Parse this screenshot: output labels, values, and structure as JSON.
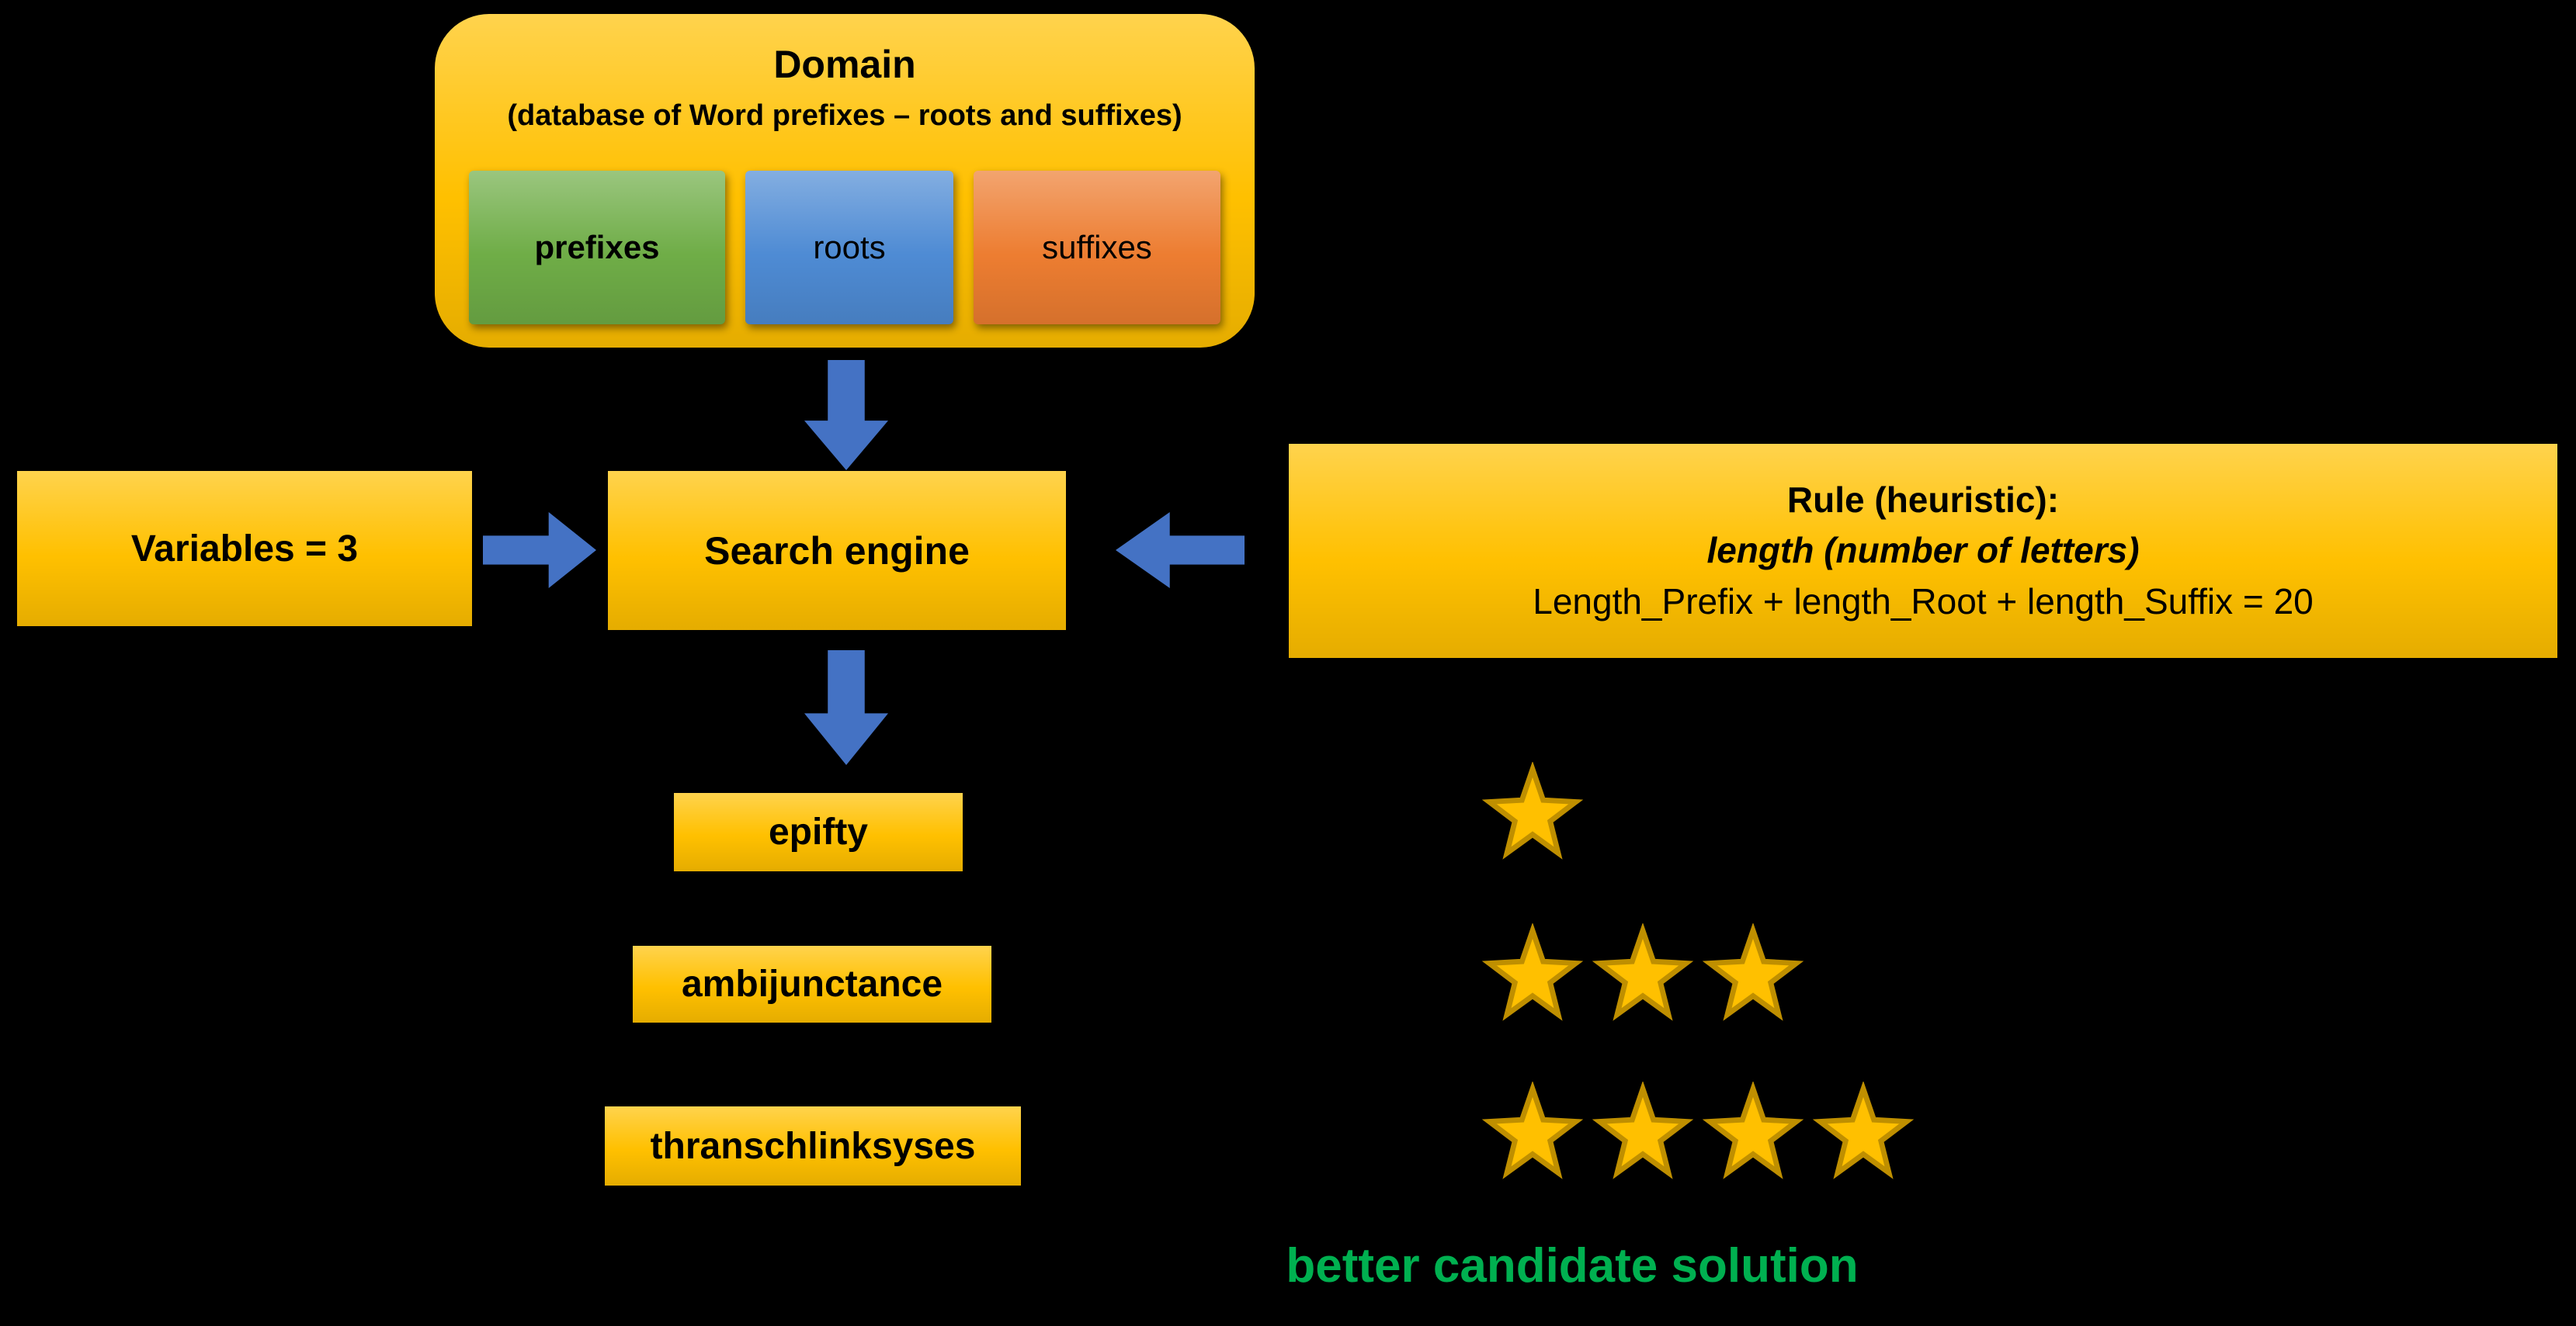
{
  "domain": {
    "title": "Domain",
    "subtitle": "(database of Word prefixes – roots and suffixes)",
    "boxes": [
      {
        "label": "prefixes",
        "color": "#6FAD47"
      },
      {
        "label": "roots",
        "color": "#4E8BD4"
      },
      {
        "label": "suffixes",
        "color": "#ED7D31"
      }
    ]
  },
  "variables": {
    "label": "Variables = 3"
  },
  "search_engine": {
    "label": "Search engine"
  },
  "rule": {
    "line1": "Rule (heuristic):",
    "line2": "length (number of letters)",
    "line3": "Length_Prefix + length_Root + length_Suffix = 20"
  },
  "results": [
    {
      "word": "epifty",
      "stars": 1
    },
    {
      "word": "ambijunctance",
      "stars": 3
    },
    {
      "word": "thranschlinksyses",
      "stars": 4
    }
  ],
  "caption": {
    "text": "better candidate solution"
  },
  "colors": {
    "background": "#000000",
    "gold": "#FFC000",
    "arrow_blue": "#4472C4",
    "star_fill": "#FFC000",
    "star_stroke": "#BF8F00",
    "caption_green": "#00B050",
    "text": "#000000"
  }
}
